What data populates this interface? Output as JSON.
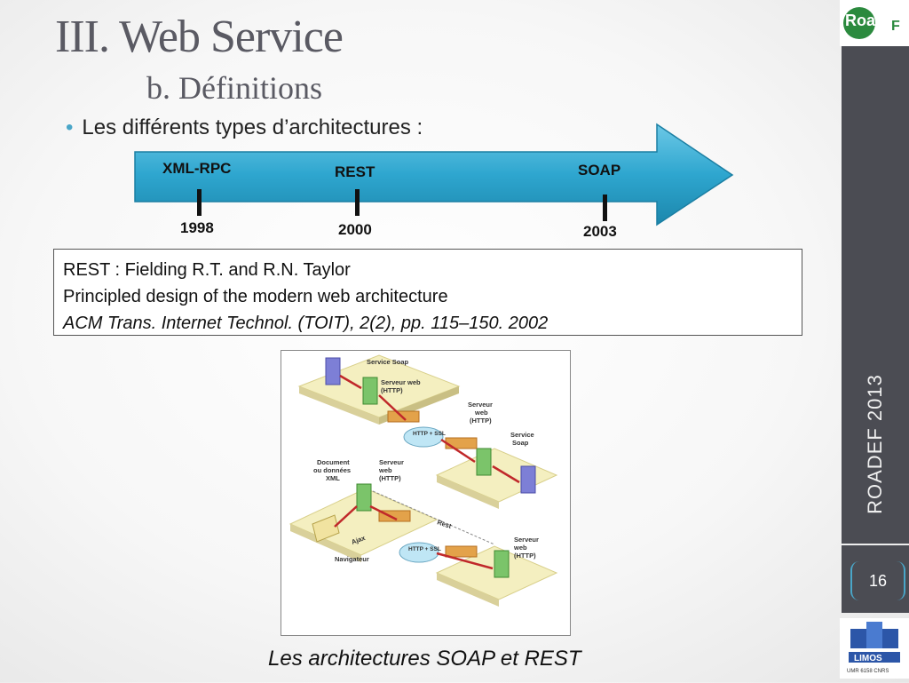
{
  "slide": {
    "title": "III. Web Service",
    "subtitle": "b. Définitions",
    "bullet": "Les différents types d’architectures :"
  },
  "timeline": {
    "items": [
      {
        "label": "XML-RPC",
        "year": "1998"
      },
      {
        "label": "REST",
        "year": "2000"
      },
      {
        "label": "SOAP",
        "year": "2003"
      }
    ]
  },
  "reference": {
    "line1": "REST : Fielding R.T. and R.N. Taylor",
    "line2": "Principled design of the modern web architecture",
    "line3": "ACM Trans. Internet Technol. (TOIT), 2(2), pp. 115–150. 2002"
  },
  "figure": {
    "labels": {
      "service_soap_top": "Service Soap",
      "serveur_web_top": "Serveur web",
      "http_top": "(HTTP)",
      "serveur_mid_1": "Serveur",
      "serveur_mid_2": "web",
      "serveur_mid_3": "(HTTP)",
      "service_soap_right_1": "Service",
      "service_soap_right_2": "Soap",
      "http_ssl": "HTTP + SSL",
      "document_1": "Document",
      "document_2": "ou données",
      "document_3": "XML",
      "serveur_left_1": "Serveur",
      "serveur_left_2": "web",
      "serveur_left_3": "(HTTP)",
      "rest": "Rest",
      "ajax": "Ajax",
      "navigateur": "Navigateur",
      "serveur_bottom_1": "Serveur",
      "serveur_bottom_2": "web",
      "serveur_bottom_3": "(HTTP)"
    }
  },
  "caption": "Les architectures SOAP et REST",
  "sidebar": {
    "event": "ROADEF 2013",
    "page_number": "16"
  },
  "logos": {
    "roadef_text_1": "Road",
    "roadef_text_2": "F",
    "limos_text": "LIMOS",
    "limos_sub": "UMR 6158 CNRS"
  },
  "colors": {
    "arrow": "#2ea6cf",
    "sidebar": "#4b4c53",
    "accent": "#4aa6c8"
  }
}
